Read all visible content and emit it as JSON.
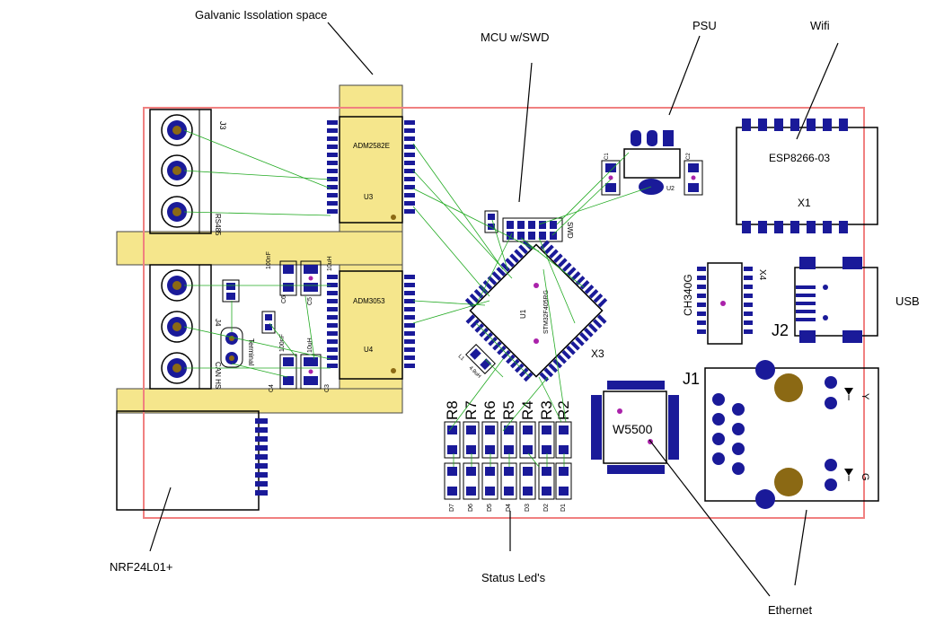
{
  "callouts": {
    "galvanic": "Galvanic Issolation space",
    "mcu": "MCU w/SWD",
    "psu": "PSU",
    "wifi": "Wifi",
    "usb": "USB",
    "nrf": "NRF24L01+",
    "status": "Status Led's",
    "ethernet": "Ethernet"
  },
  "labels": {
    "adm2582e": "ADM2582E",
    "u3": "U3",
    "adm3053": "ADM3053",
    "u4": "U4",
    "esp": "ESP8266-03",
    "x1": "X1",
    "ch340g": "CH340G",
    "x4": "X4",
    "j2": "J2",
    "j1": "J1",
    "w5500": "W5500",
    "x3": "X3",
    "u1": "U1",
    "stm": "STM32F405RG",
    "u2": "U2",
    "j3": "J3",
    "rs485": "RS485",
    "j4": "J4",
    "terminal": "Terminal",
    "canhs": "CAN HS",
    "swd": "SWD",
    "c1": "C1",
    "c2": "C2",
    "c4": "C4",
    "c3": "C3",
    "c5": "C5",
    "c6": "C6",
    "cap100nf": "100nF",
    "cap10uh": "10uH",
    "y": "Y",
    "g": "G",
    "l1": "L1",
    "l1val": "4.9uH",
    "resistors": [
      "R8",
      "R7",
      "R6",
      "R5",
      "R4",
      "R3",
      "R2"
    ],
    "leds": [
      "D7",
      "D6",
      "D5",
      "D4",
      "D3",
      "D2",
      "D1"
    ]
  },
  "colors": {
    "board_outline": "#f08080",
    "isolation": "#f5e68c",
    "pad": "#1a1a99",
    "ratsnest": "#22aa22",
    "via": "#aa22aa",
    "ground_dot": "#8b6914"
  }
}
